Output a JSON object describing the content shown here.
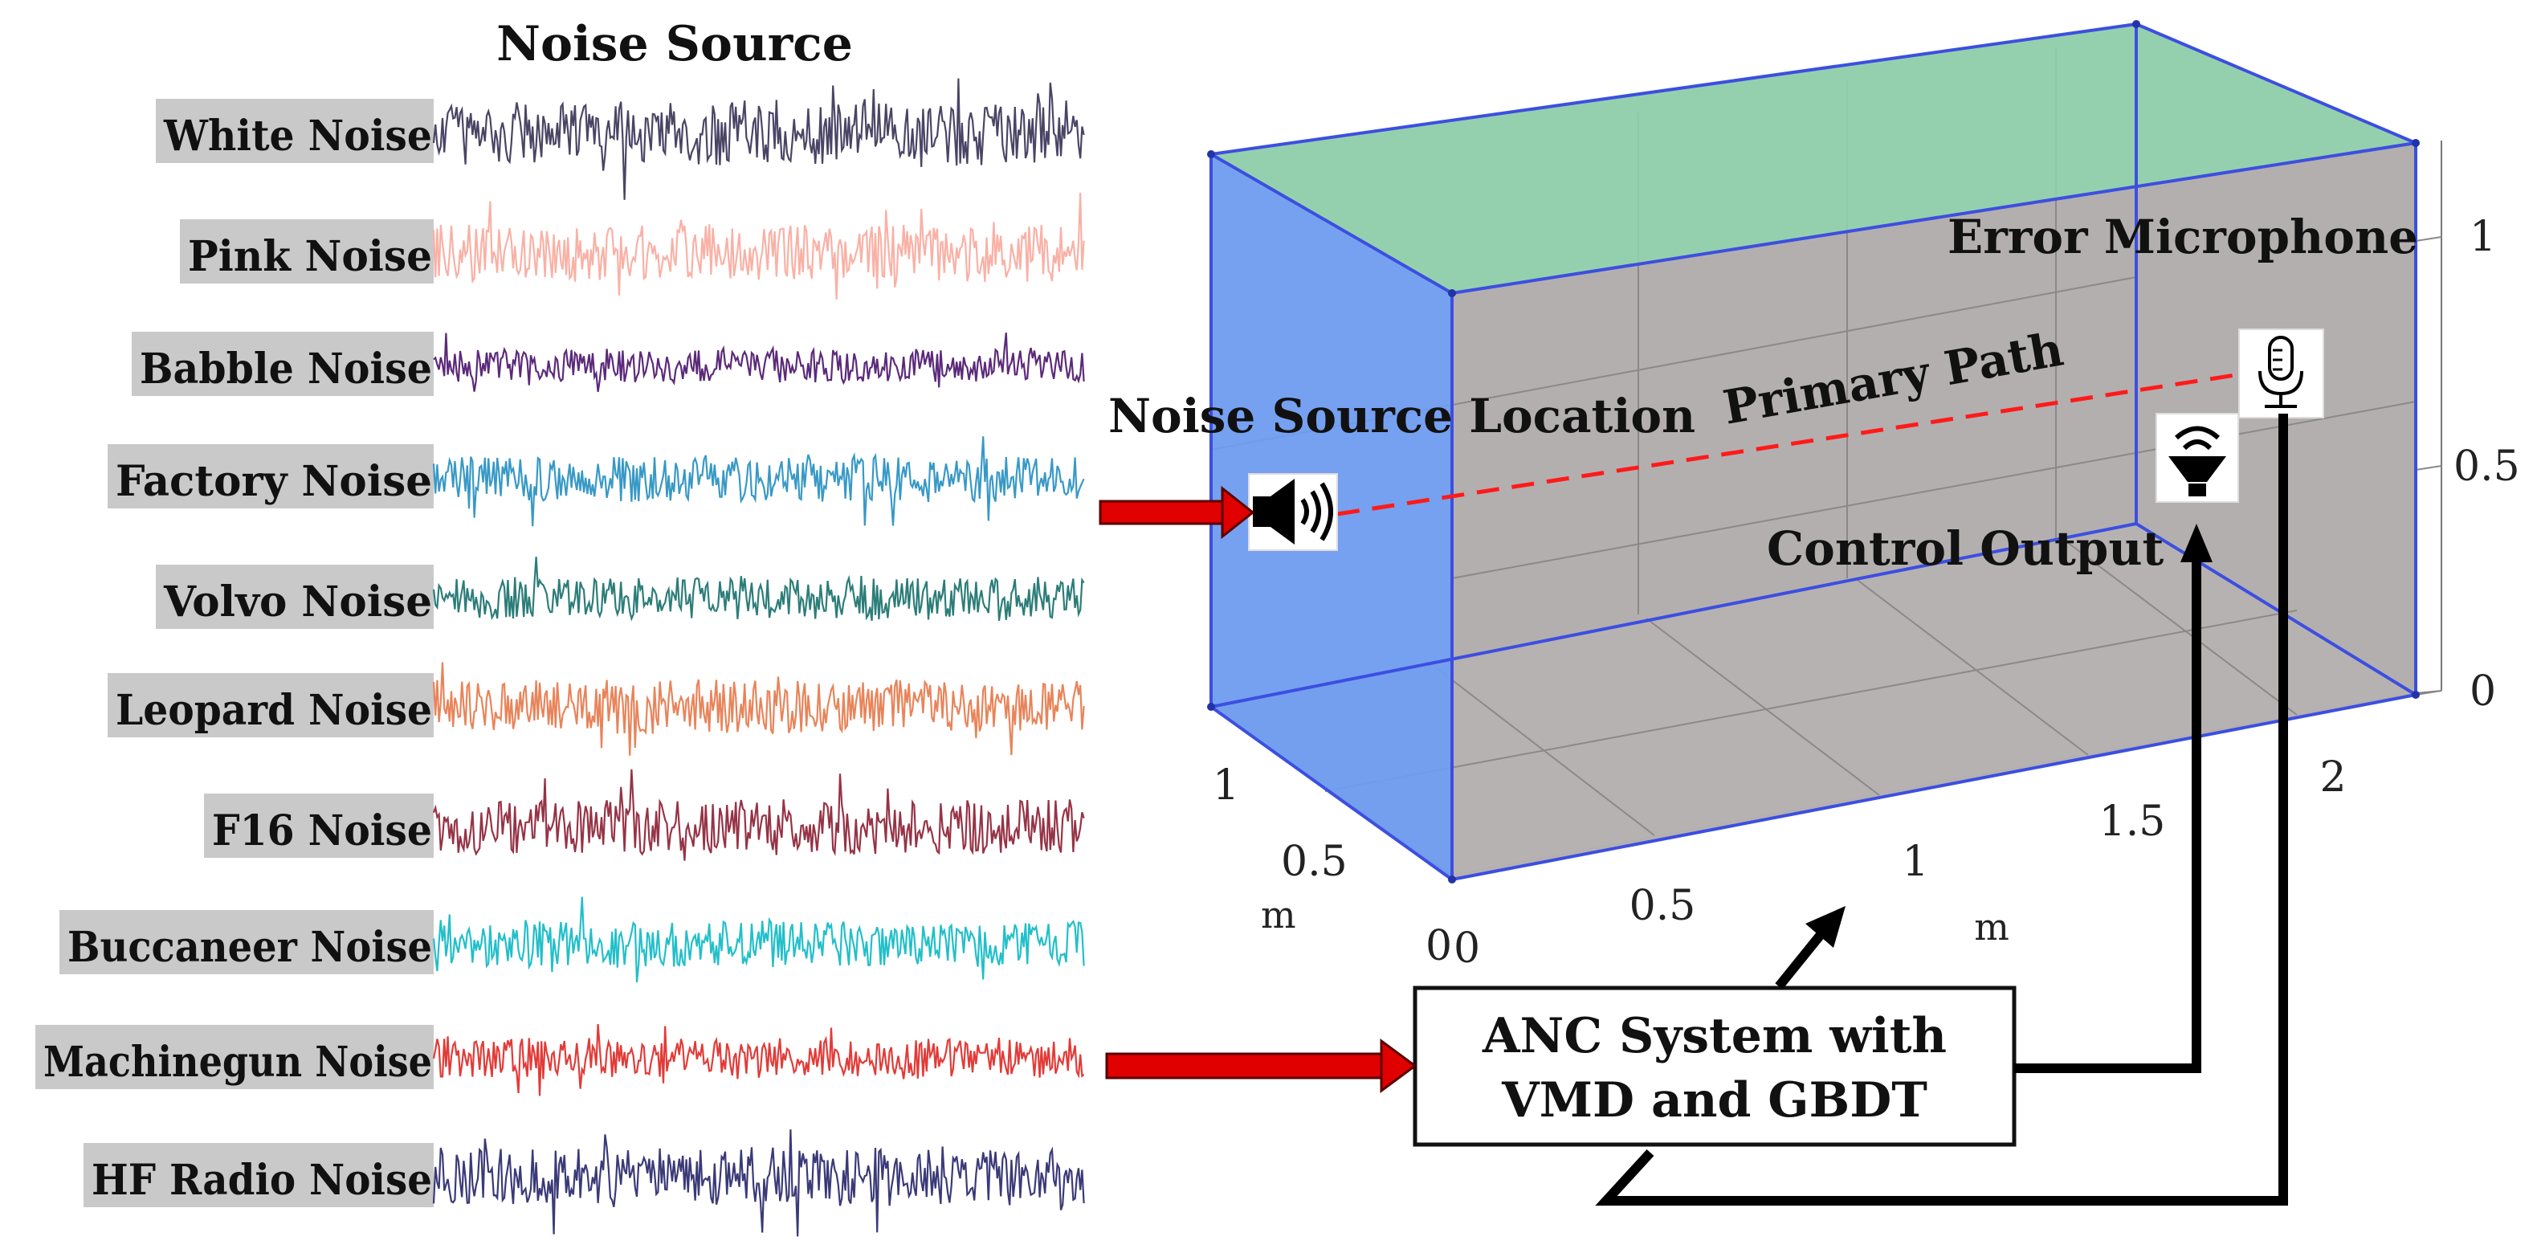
{
  "noise_panel": {
    "title": "Noise Source",
    "signals": [
      {
        "label": "White Noise",
        "color": "#4a4565"
      },
      {
        "label": "Pink Noise",
        "color": "#f9b1a6"
      },
      {
        "label": "Babble Noise",
        "color": "#5c2a7a"
      },
      {
        "label": "Factory Noise",
        "color": "#3899c6"
      },
      {
        "label": "Volvo Noise",
        "color": "#2c7d79"
      },
      {
        "label": "Leopard Noise",
        "color": "#e8845a"
      },
      {
        "label": "F16 Noise",
        "color": "#963346"
      },
      {
        "label": "Buccaneer Noise",
        "color": "#22bfc9"
      },
      {
        "label": "Machinegun Noise",
        "color": "#e23b38"
      },
      {
        "label": "HF Radio Noise",
        "color": "#3b3a78"
      }
    ]
  },
  "room": {
    "labels": {
      "error_microphone": "Error Microphone",
      "primary_path": "Primary Path",
      "noise_source_location": "Noise Source Location",
      "control_output": "Control Output"
    },
    "z_ticks": [
      "1",
      "0.5",
      "0"
    ],
    "x_ticks": [
      "0",
      "0.5",
      "1",
      "1.5",
      "2"
    ],
    "y_ticks": [
      "0",
      "0.5",
      "1"
    ],
    "x_unit": "m",
    "y_unit": "m",
    "colors": {
      "top_face": "#8fcdaa",
      "left_face": "#6f9cf0",
      "back_face": "#b0abab",
      "edge": "#3c4fe0",
      "primary_path": "#ff1a1a",
      "arrow": "#e00000"
    }
  },
  "anc_box": {
    "line1": "ANC System with",
    "line2": "VMD and GBDT"
  },
  "icons": [
    "speaker-icon",
    "microphone-icon",
    "loudspeaker-icon"
  ]
}
